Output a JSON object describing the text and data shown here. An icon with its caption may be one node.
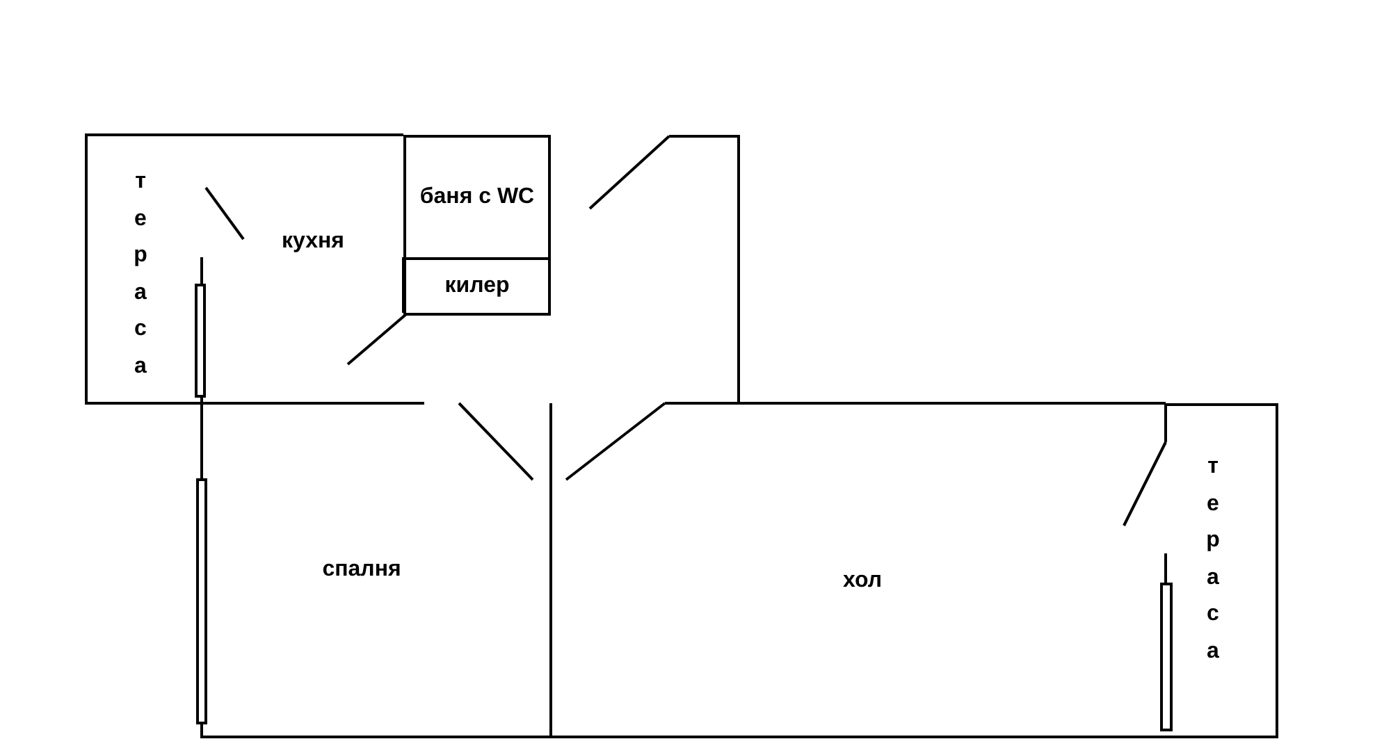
{
  "diagram": {
    "nodes": [
      {
        "text": [
          "тераса"
        ]
      },
      {
        "text": [
          "кухня"
        ]
      },
      {
        "text": [
          "баня с WC"
        ]
      },
      {
        "text": [
          "килер"
        ]
      },
      {
        "text": [
          "спалня"
        ]
      },
      {
        "text": [
          "хол"
        ]
      },
      {
        "text": [
          "тераса"
        ]
      }
    ]
  }
}
